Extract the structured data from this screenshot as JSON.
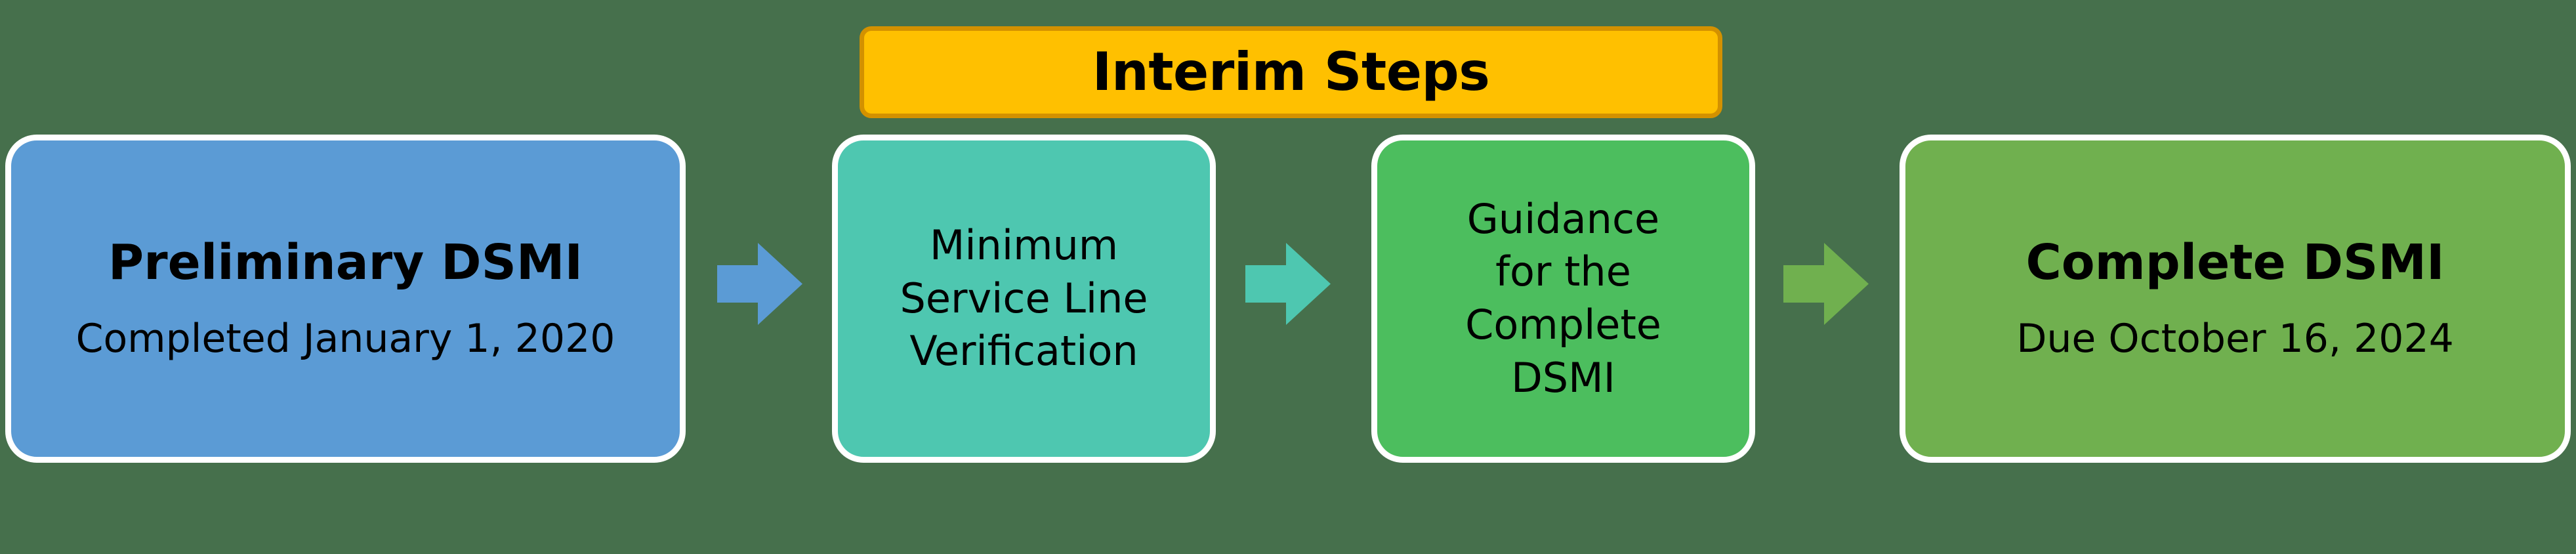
{
  "background_color": "#46704C",
  "banner": {
    "label": "Interim Steps",
    "fill_color": "#FFC000",
    "border_color": "#D39100",
    "text_color": "#000000"
  },
  "flow": {
    "steps": [
      {
        "id": "preliminary-dsmi",
        "title": "Preliminary DSMI",
        "subtitle": "Completed January 1, 2020",
        "fill_color": "#5B9BD5",
        "border_color": "#FFFFFF",
        "text_color": "#000000"
      },
      {
        "id": "minimum-service-line-verification",
        "title": "Minimum Service Line Verification",
        "lines": [
          "Minimum",
          "Service Line",
          "Verification"
        ],
        "fill_color": "#4EC7B0",
        "border_color": "#FFFFFF",
        "text_color": "#000000"
      },
      {
        "id": "guidance-for-the-complete-dsmi",
        "title": "Guidance for the Complete DSMI",
        "lines": [
          "Guidance",
          "for the",
          "Complete",
          "DSMI"
        ],
        "fill_color": "#4CBE5E",
        "border_color": "#FFFFFF",
        "text_color": "#000000"
      },
      {
        "id": "complete-dsmi",
        "title": "Complete DSMI",
        "subtitle": "Due October 16, 2024",
        "fill_color": "#70B04F",
        "border_color": "#FFFFFF",
        "text_color": "#000000"
      }
    ],
    "connectors": [
      {
        "id": "arrow-preliminary-to-mslv",
        "icon": "right-block-arrow-icon",
        "color": "#5B9BD5"
      },
      {
        "id": "arrow-mslv-to-guidance",
        "icon": "right-block-arrow-icon",
        "color": "#4EC7B0"
      },
      {
        "id": "arrow-guidance-to-complete",
        "icon": "right-block-arrow-icon",
        "color": "#70B04F"
      }
    ]
  }
}
